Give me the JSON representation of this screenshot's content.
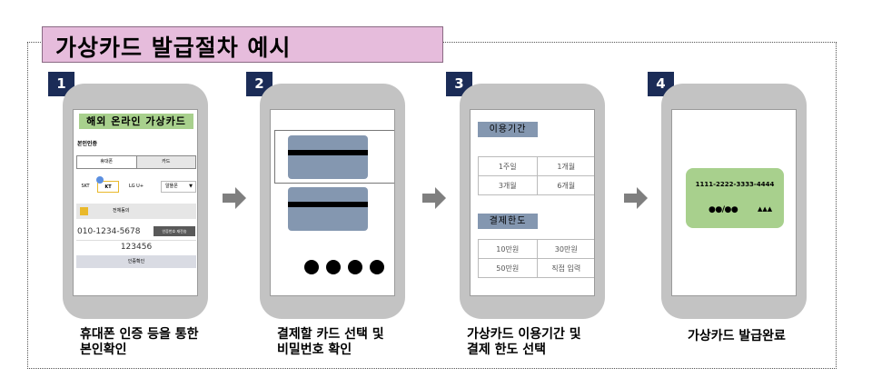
{
  "title": "가상카드 발급절차 예시",
  "steps": [
    {
      "number": "1",
      "caption_line1": "휴대폰 인증 등을 통한",
      "caption_line2": "본인확인"
    },
    {
      "number": "2",
      "caption_line1": "결제할 카드 선택 및",
      "caption_line2": "비밀번호 확인"
    },
    {
      "number": "3",
      "caption_line1": "가상카드 이용기간 및",
      "caption_line2": "결제 한도 선택"
    },
    {
      "number": "4",
      "caption_line1": "가상카드 발급완료",
      "caption_line2": ""
    }
  ],
  "phone1": {
    "banner": "해외 온라인 가상카드",
    "section": "본인인증",
    "tab_phone": "휴대폰",
    "tab_card": "카드",
    "carriers": [
      "SKT",
      "KT",
      "LG U+"
    ],
    "selected_carrier": "KT",
    "budget_select": "알뜰폰",
    "agree": "전체동의",
    "phone_number": "010-1234-5678",
    "resend": "인증번호 재전송",
    "code": "123456",
    "confirm": "인증확인"
  },
  "phone3": {
    "period_label": "이용기간",
    "periods": [
      "1주일",
      "1개월",
      "3개월",
      "6개월"
    ],
    "limit_label": "결제한도",
    "limits": [
      "10만원",
      "30만원",
      "50만원",
      "직접 입력"
    ]
  },
  "phone4": {
    "card_number": "1111-2222-3333-4444",
    "masked_left": "●●/●●",
    "masked_right": "▲▲▲"
  },
  "colors": {
    "title_bg": "#e6bcdc",
    "number_bg": "#1b2c57",
    "phone_body": "#c3c3c3",
    "banner_green": "#a8d08d",
    "card_blue": "#8497b0",
    "accent_yellow": "#e9b92b",
    "arrow_gray": "#7f7f7f"
  }
}
